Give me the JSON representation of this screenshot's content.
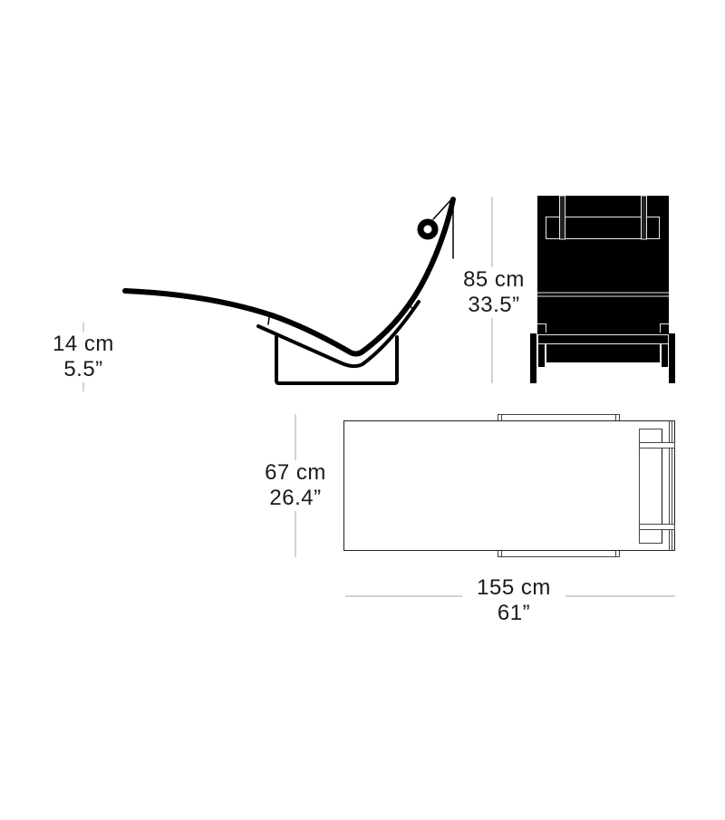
{
  "diagram": {
    "subject": "lounge chair dimension drawing",
    "colors": {
      "background": "#ffffff",
      "ink": "#000000",
      "dimension_line": "#b8b8b8",
      "text": "#1a1a1a"
    },
    "views": {
      "side": {
        "name": "side view"
      },
      "front": {
        "name": "front view"
      },
      "top": {
        "name": "top view"
      }
    },
    "dimensions": {
      "seat_height": {
        "metric": "14 cm",
        "imperial": "5.5”"
      },
      "height": {
        "metric": "85 cm",
        "imperial": "33.5”"
      },
      "width": {
        "metric": "67 cm",
        "imperial": "26.4”"
      },
      "length": {
        "metric": "155 cm",
        "imperial": "61”"
      }
    }
  }
}
